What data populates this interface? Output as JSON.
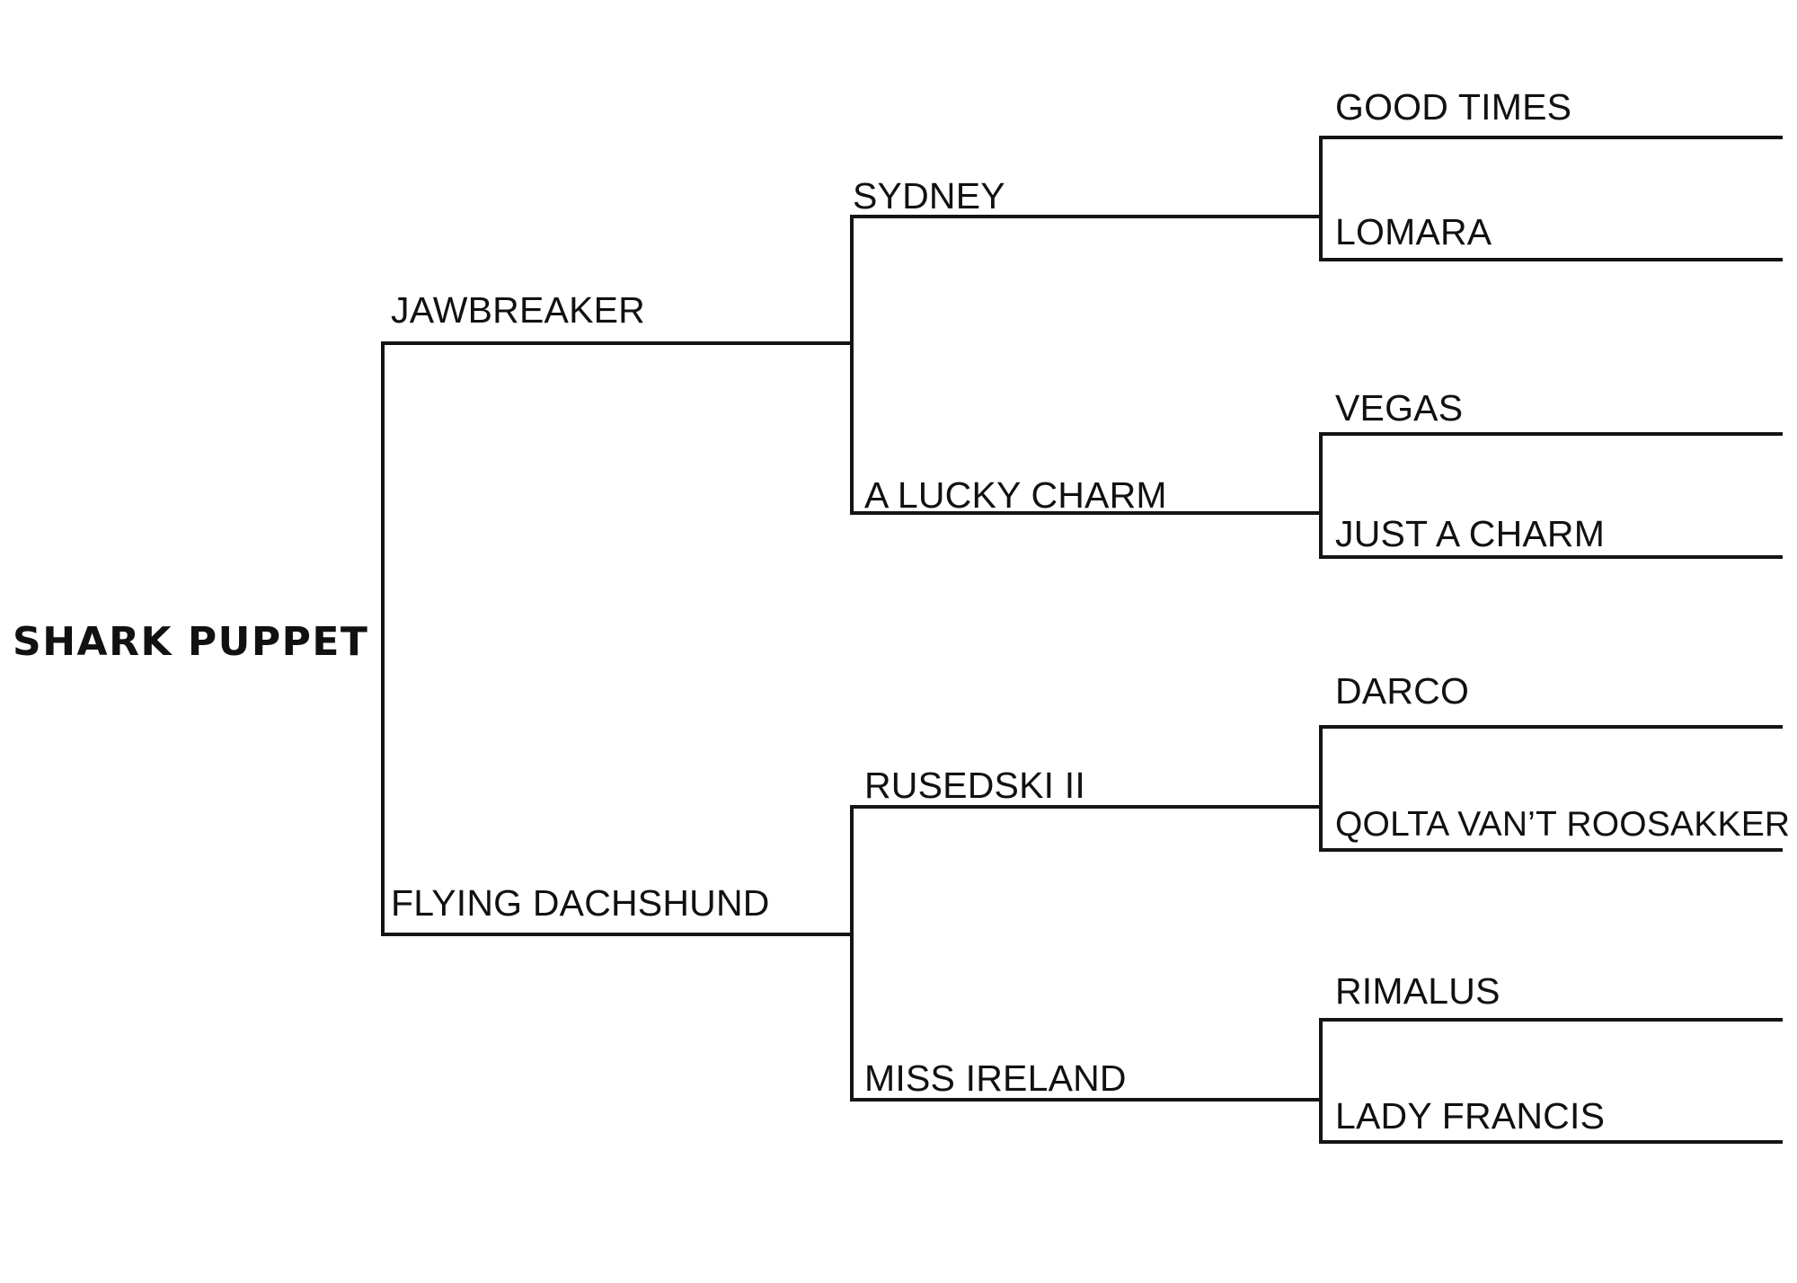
{
  "pedigree": {
    "subject": "SHARK PUPPET",
    "sire": "JAWBREAKER",
    "dam": "FLYING DACHSHUND",
    "sire_sire": "SYDNEY",
    "sire_dam": "A LUCKY CHARM",
    "dam_sire": "RUSEDSKI II",
    "dam_dam": "MISS IRELAND",
    "sire_sire_sire": "GOOD TIMES",
    "sire_sire_dam": "LOMARA",
    "sire_dam_sire": "VEGAS",
    "sire_dam_dam": "JUST A CHARM",
    "dam_sire_sire": "DARCO",
    "dam_sire_dam": "QOLTA VAN’T ROOSAKKER",
    "dam_dam_sire": "RIMALUS",
    "dam_dam_dam": "LADY FRANCIS"
  },
  "colors": {
    "line": "#141414",
    "text": "#111111",
    "background": "#ffffff"
  }
}
